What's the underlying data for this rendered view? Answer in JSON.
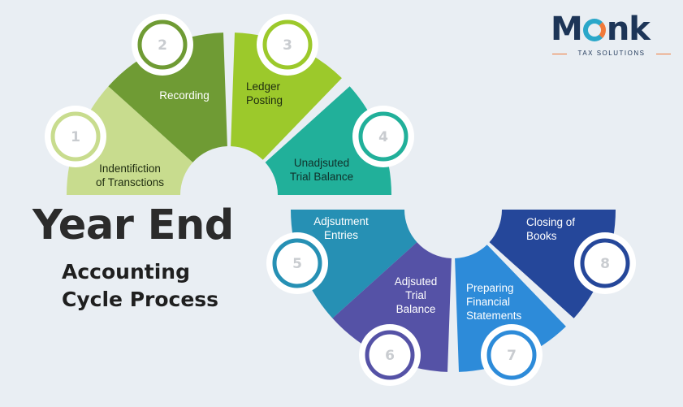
{
  "title": {
    "main": "Year End",
    "sub_line1": "Accounting",
    "sub_line2": "Cycle Process"
  },
  "logo": {
    "wordmark_start": "M",
    "wordmark_end": "nk",
    "tagline": "TAX SOLUTIONS",
    "colors": {
      "navy": "#1d3557",
      "teal": "#2aa7c9",
      "orange": "#f07a3a"
    }
  },
  "steps": [
    {
      "number": "1",
      "label": [
        "Indentifiction",
        "of Transctions"
      ],
      "color": "#c8dc8e",
      "text_color": "#1f2d10"
    },
    {
      "number": "2",
      "label": [
        "Recording"
      ],
      "color": "#6f9b34",
      "text_color": "#ffffff"
    },
    {
      "number": "3",
      "label": [
        "Ledger",
        "Posting"
      ],
      "color": "#9cc92b",
      "text_color": "#1f2d10"
    },
    {
      "number": "4",
      "label": [
        "Unadjsuted",
        "Trial Balance"
      ],
      "color": "#21b09a",
      "text_color": "#10302a"
    },
    {
      "number": "5",
      "label": [
        "Adjsutment",
        "Entries"
      ],
      "color": "#2690b4",
      "text_color": "#ffffff"
    },
    {
      "number": "6",
      "label": [
        "Adjsuted",
        "Trial",
        "Balance"
      ],
      "color": "#5552a6",
      "text_color": "#ffffff"
    },
    {
      "number": "7",
      "label": [
        "Preparing",
        "Financial",
        "Statements"
      ],
      "color": "#2d8bd9",
      "text_color": "#ffffff"
    },
    {
      "number": "8",
      "label": [
        "Closing of",
        "Books"
      ],
      "color": "#25479a",
      "text_color": "#ffffff"
    }
  ]
}
